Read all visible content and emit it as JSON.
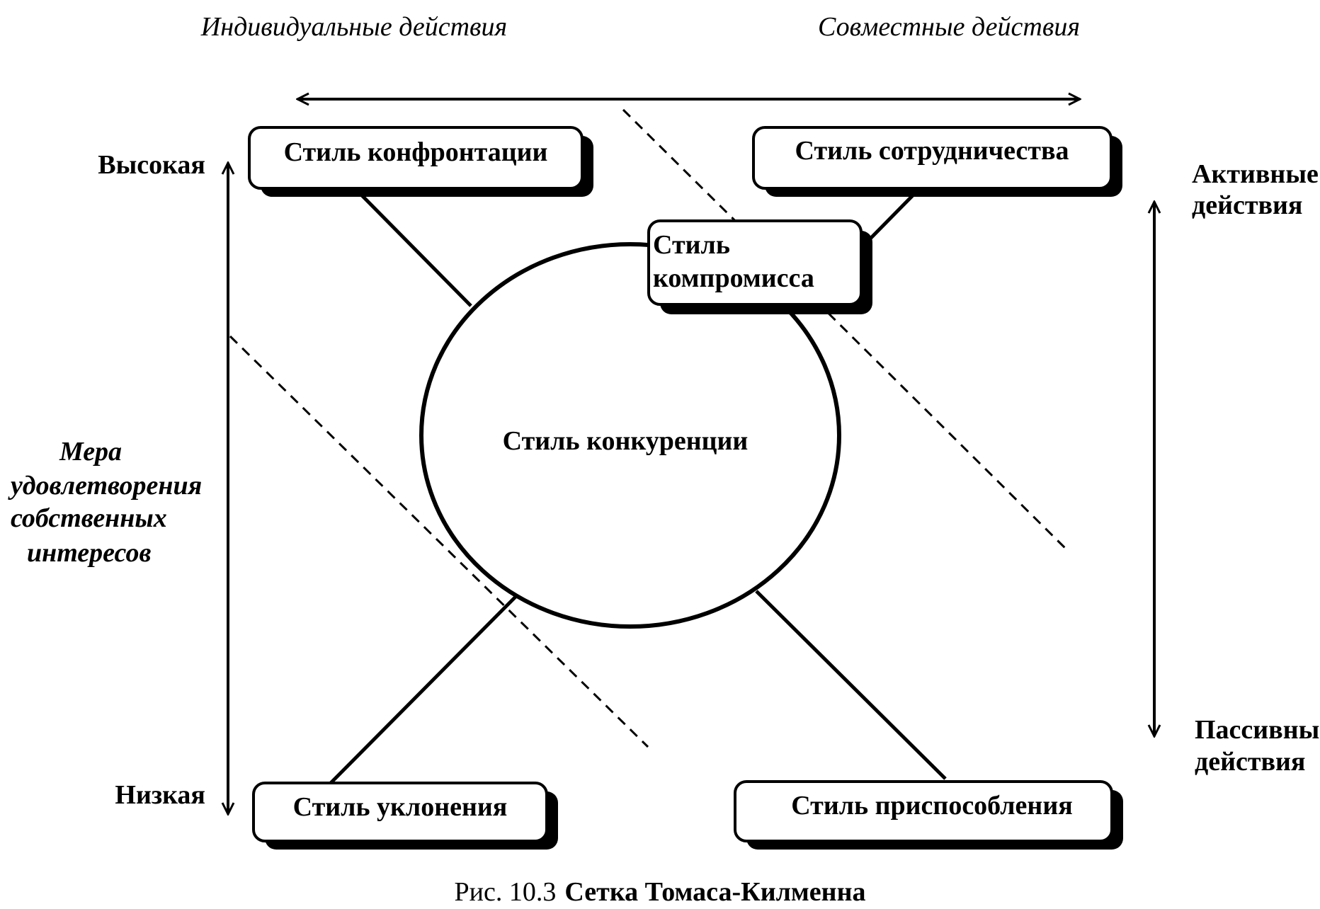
{
  "header": {
    "individual_actions": "Индивидуальные действия",
    "joint_actions": "Совместные действия"
  },
  "left_axis": {
    "high": "Высокая",
    "low": "Низкая",
    "label_lines": [
      "Мера",
      "удовлетворения",
      "собственных",
      "интересов"
    ]
  },
  "right_axis": {
    "active_lines": [
      "Активные",
      "действия"
    ],
    "passive_lines": [
      "Пассивны",
      "действия"
    ]
  },
  "styles": {
    "confrontation": "Стиль конфронтации",
    "cooperation": "Стиль сотрудничества",
    "compromise_lines": [
      "Стиль",
      "компромисса"
    ],
    "competition": "Стиль конкуренции",
    "avoidance": "Стиль уклонения",
    "accommodation": "Стиль приспособления"
  },
  "caption": {
    "prefix": "Рис. 10.3",
    "title": "Сетка Томаса-Килменна"
  }
}
